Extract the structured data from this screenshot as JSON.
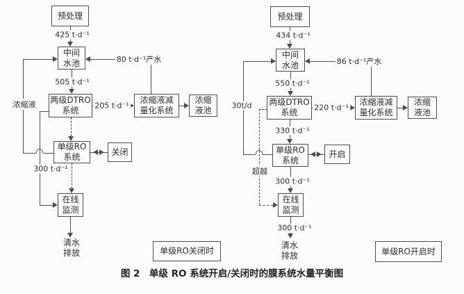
{
  "figure": {
    "caption": "图 2　单级 RO 系统开启/关闭时的膜系统水量平衡图"
  },
  "colors": {
    "line": "#4d4d4d",
    "text": "#2f2f2f",
    "background": "#fbfbfb"
  },
  "diagrams": [
    {
      "state_box": "单级RO关闭时",
      "nodes": {
        "pretreatment": "预处理",
        "intermediate_pool": "中间\n水池",
        "dtro_system": "两级DTRO\n系统",
        "concentrate_reduction": "浓缩液减\n量化系统",
        "concentrate_pool": "浓缩\n液池",
        "single_ro": "单级RO\n系统",
        "ro_state": "关闭",
        "online_monitor": "在线\n监测",
        "discharge": "清水\n排放"
      },
      "flows": {
        "pre_to_pool": "425 t·d⁻¹",
        "pool_to_dtro": "505 t·d⁻¹",
        "product_return": "80 t·d⁻¹产水",
        "dtro_to_reduction": "205 t·d⁻¹",
        "bypass_flow": "300 t·d⁻¹",
        "concentrate_return": "浓缩液"
      }
    },
    {
      "state_box": "单级RO开启时",
      "nodes": {
        "pretreatment": "预处理",
        "intermediate_pool": "中间\n水池",
        "dtro_system": "两级DTRO\n系统",
        "concentrate_reduction": "浓缩液减\n量化系统",
        "concentrate_pool": "浓缩\n液池",
        "single_ro": "单级RO\n系统",
        "ro_state": "开启",
        "online_monitor": "在线\n监测",
        "discharge": "清水\n排放"
      },
      "flows": {
        "pre_to_pool": "434 t·d⁻¹",
        "pool_to_dtro": "550 t·d⁻¹",
        "product_return": "86 t·d⁻¹产水",
        "dtro_to_reduction": "220 t·d⁻¹",
        "dtro_to_ro": "330 t·d⁻¹",
        "ro_to_monitor": "300 t·d⁻¹",
        "monitor_to_discharge": "300 t·d⁻¹",
        "concentrate_return": "30t/d",
        "bypass_label": "超越"
      }
    }
  ]
}
